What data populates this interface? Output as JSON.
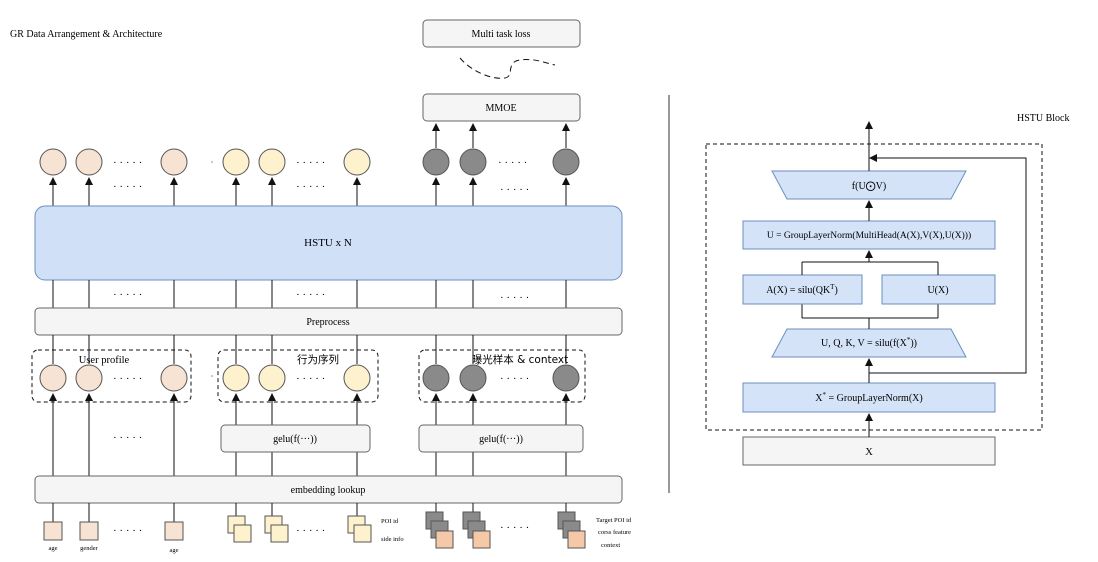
{
  "left_title": "GR Data Arrangement & Architecture",
  "right_title": "HSTU Block",
  "multi_task_loss": "Multi task loss",
  "mmoe": "MMOE",
  "hstu_x_n": "HSTU x N",
  "preprocess": "Preprocess",
  "embedding_lookup": "embedding lookup",
  "gelu": "gelu(f(···))",
  "dots": "· · · · ·",
  "groups": {
    "user_profile": "User profile",
    "behavior_sequence": "行为序列",
    "exposure_context": "曝光样本 & context"
  },
  "inputs": {
    "age": "age",
    "gender": "gender",
    "poi_id": "POI id",
    "side_info": "side info",
    "target_poi_id": "Target POI id",
    "cross_feature": "corss feature",
    "context": "context"
  },
  "hstu_block": {
    "f_uv": "f(U⨀V)",
    "u_eq": "U = GroupLayerNorm(MultiHead(A(X),V(X),U(X)))",
    "a_x_prefix": "A(X) = silu(QK",
    "a_x_sup": "T",
    "a_x_suffix": ")",
    "u_x": "U(X)",
    "uqkv_prefix": "U, Q, K, V = silu(f(X",
    "uqkv_sup": "*",
    "uqkv_suffix": "))",
    "x_star_prefix": "X",
    "x_star_sup": "*",
    "x_star_suffix": " = GroupLayerNorm(X)",
    "x": "X"
  },
  "colors": {
    "hstu_fill": "#cfe0f7",
    "hstu_stroke": "#6c8ebf",
    "gray_box": "#f5f5f5",
    "peach": "#f7e3d3",
    "cream": "#fdf2cd",
    "dark_gray": "#8a8a8a",
    "orange_input": "#f5c9a8"
  }
}
